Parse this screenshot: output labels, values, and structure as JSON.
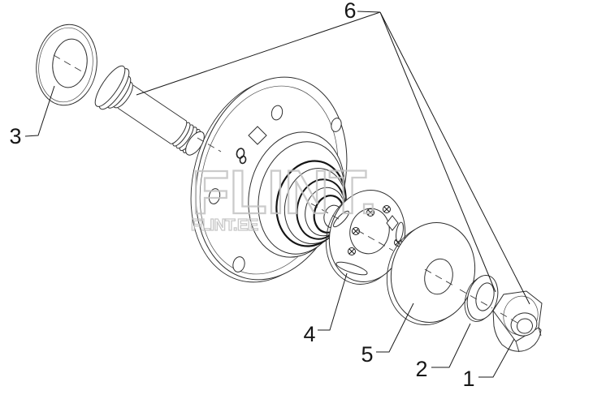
{
  "diagram": {
    "kind": "exploded-parts-diagram",
    "background_color": "#ffffff",
    "line_color": "#2e2e2e",
    "watermark": {
      "primary": "FLINT.",
      "secondary": "FLINT.EE",
      "color": "#c3c3c3"
    },
    "parts": [
      {
        "label": "1",
        "name": "hex-nut"
      },
      {
        "label": "2",
        "name": "small-washer"
      },
      {
        "label": "3",
        "name": "seal-disc"
      },
      {
        "label": "4",
        "name": "bearing-retainer-plate"
      },
      {
        "label": "5",
        "name": "flat-washer"
      },
      {
        "label": "6",
        "name": "axle-shaft"
      }
    ]
  }
}
